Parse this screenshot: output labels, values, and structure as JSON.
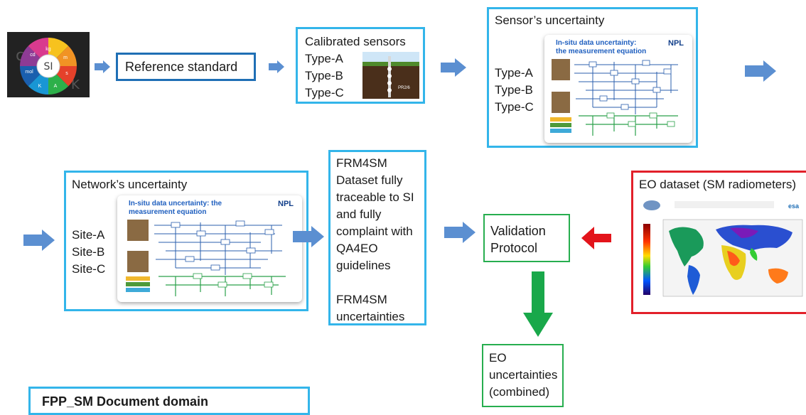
{
  "si_logo": {
    "center_label": "SI"
  },
  "reference_standard": {
    "label": "Reference standard"
  },
  "calibrated_sensors": {
    "title": "Calibrated sensors",
    "types": [
      "Type-A",
      "Type-B",
      "Type-C"
    ]
  },
  "sensor_uncertainty": {
    "title": "Sensor’s uncertainty",
    "types": [
      "Type-A",
      "Type-B",
      "Type-C"
    ],
    "slide_title": "In-situ data uncertainty: the measurement equation",
    "slide_logo": "NPL"
  },
  "network_uncertainty": {
    "title": "Network’s uncertainty",
    "sites": [
      "Site-A",
      "Site-B",
      "Site-C"
    ],
    "slide_title": "In-situ data uncertainty: the measurement equation",
    "slide_logo": "NPL"
  },
  "frm4sm": {
    "lines": [
      "FRM4SM",
      "Dataset fully",
      "traceable to SI",
      "and fully",
      "complaint with",
      "QA4EO",
      "guidelines",
      "",
      "FRM4SM",
      "uncertainties"
    ]
  },
  "validation": {
    "lines": [
      "Validation",
      "Protocol"
    ]
  },
  "eo_dataset": {
    "title": "EO dataset (SM radiometers)",
    "brand": "esa"
  },
  "eo_uncertainties": {
    "lines": [
      "EO",
      "uncertainties",
      "(combined)"
    ]
  },
  "document_domain": {
    "label": "FPP_SM Document domain"
  },
  "colors": {
    "blue_box": "#33b5ea",
    "dark_blue_box": "#1f6fb5",
    "green_box": "#27ae4f",
    "red_box": "#e2202a",
    "arrow_blue": "#5b8fd1",
    "arrow_green": "#19a84a",
    "arrow_red": "#e3141b"
  }
}
